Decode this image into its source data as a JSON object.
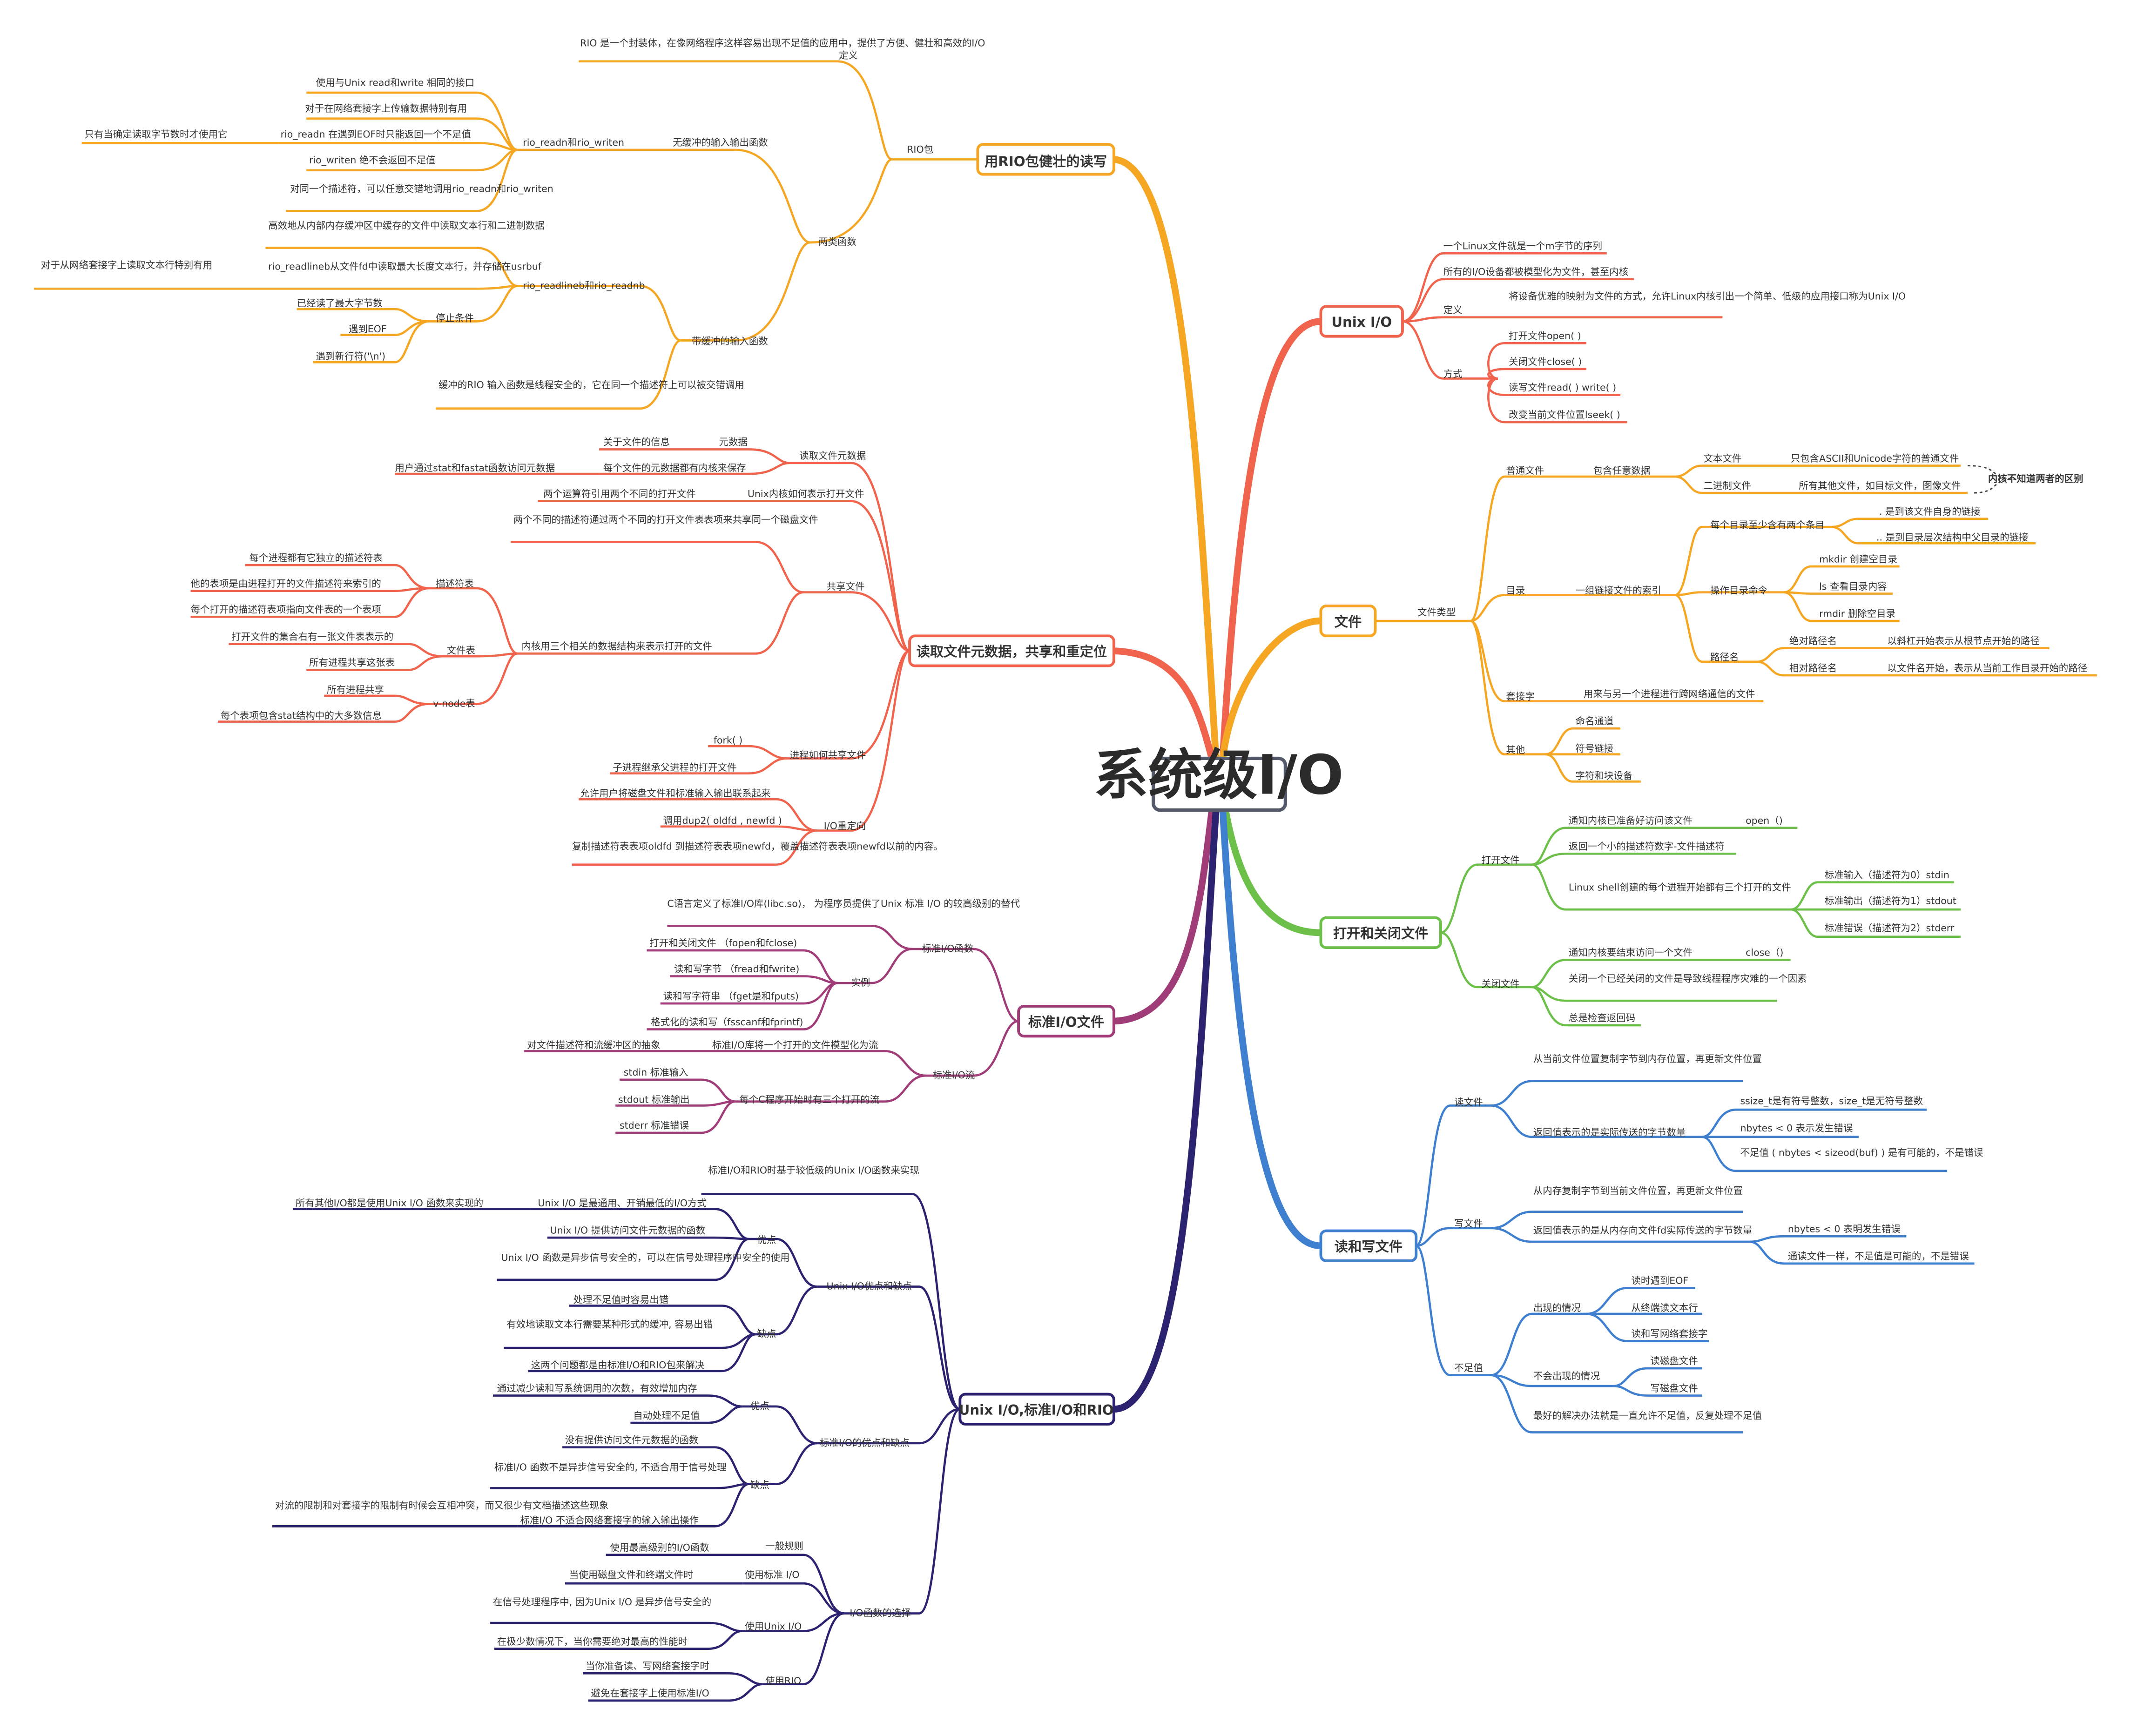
{
  "root": "系统级I/O",
  "colors": {
    "rio": "#F5A623",
    "meta": "#F0644E",
    "stdio": "#A03C78",
    "unix_std_rio": "#2B2370",
    "unixio": "#F0644E",
    "file": "#F5A623",
    "open": "#6CC04A",
    "rw": "#3F7FD0"
  },
  "branches": {
    "rio": {
      "title": "用RIO包健壮的读写",
      "pkg": "RIO包",
      "def": "定义",
      "def_text": "RIO 是一个封装体，在像网络程序这样容易出现不足值的应用中，提供了方便、健壮和高效的I/O",
      "two_funcs": "两类函数",
      "unbuf": "无缓冲的输入输出函数",
      "rw_funcs": "rio_readn和rio_writen",
      "rw_items": [
        "使用与Unix read和write 相同的接口",
        "对于在网络套接字上传输数据特别有用",
        "rio_readn 在遇到EOF时只能返回一个不足值",
        "rio_writen 绝不会返回不足值",
        "对同一个描述符，可以任意交错地调用rio_readn和rio_writen"
      ],
      "readn_note": "只有当确定读取字节数时才使用它",
      "buf": "带缓冲的输入函数",
      "rl_funcs": "rio_readlineb和rio_readnb",
      "rl_items": [
        "高效地从内部内存缓冲区中缓存的文件中读取文本行和二进制数据",
        "rio_readlineb从文件fd中读取最大长度文本行，并存储在usrbuf"
      ],
      "rl_note": "对于从网络套接字上读取文本行特别有用",
      "stop": "停止条件",
      "stop_items": [
        "已经读了最大字节数",
        "遇到EOF",
        "遇到新行符('\\n')"
      ],
      "thread_safe": "缓冲的RIO 输入函数是线程安全的，它在同一个描述符上可以被交错调用"
    },
    "meta": {
      "title": "读取文件元数据，共享和重定位",
      "read_meta": "读取文件元数据",
      "metadata": "元数据",
      "about": "关于文件的信息",
      "each_meta": "每个文件的元数据都有内核来保存",
      "stat": "用户通过stat和fastat函数访问元数据",
      "kernel_open": "Unix内核如何表示打开文件",
      "two_fd": "两个运算符引用两个不同的打开文件",
      "share": "共享文件",
      "share_text": "两个不同的描述符通过两个不同的打开文件表表项来共享同一个磁盘文件",
      "three_tables": "内核用三个相关的数据结构来表示打开的文件",
      "fd_table": "描述符表",
      "fd_items": [
        "每个进程都有它独立的描述符表",
        "他的表项是由进程打开的文件描述符来索引的",
        "每个打开的描述符表项指向文件表的一个表项"
      ],
      "file_table": "文件表",
      "file_items": [
        "打开文件的集合右有一张文件表表示的",
        "所有进程共享这张表"
      ],
      "vnode": "v-node表",
      "vnode_items": [
        "所有进程共享",
        "每个表项包含stat结构中的大多数信息"
      ],
      "proc_share": "进程如何共享文件",
      "fork": "fork( )",
      "child": "子进程继承父进程的打开文件",
      "redirect": "I/O重定向",
      "redirect_items": [
        "允许用户将磁盘文件和标准输入输出联系起来",
        "调用dup2( oldfd , newfd )",
        "复制描述符表表项oldfd 到描述符表表项newfd，覆盖描述符表表项newfd以前的内容。"
      ]
    },
    "stdio": {
      "title": "标准I/O文件",
      "funcs": "标准I/O函数",
      "funcs_def": "C语言定义了标准I/O库(libc.so)， 为程序员提供了Unix 标准 I/O 的较高级别的替代",
      "example": "实例",
      "examples": [
        "打开和关闭文件 （fopen和fclose)",
        "读和写字节 （fread和fwrite)",
        "读和写字符串 （fget是和fputs)",
        "格式化的读和写（fsscanf和fprintf)"
      ],
      "stream": "标准I/O流",
      "stream_model": "标准I/O库将一个打开的文件模型化为流",
      "stream_abs": "对文件描述符和流缓冲区的抽象",
      "three": "每个C程序开始时有三个打开的流",
      "three_items": [
        "stdin 标准输入",
        "stdout 标准输出",
        "stderr 标准错误"
      ]
    },
    "cmp": {
      "title": "Unix I/O,标准I/O和RIO",
      "basis": "标准I/O和RIO时基于较低级的Unix I/O函数来实现",
      "unix_pc": "Unix I/O优点和缺点",
      "adv": "优点",
      "unix_adv": [
        "Unix I/O 是最通用、开销最低的I/O方式",
        "Unix I/O 提供访问文件元数据的函数",
        "Unix I/O 函数是异步信号安全的，可以在信号处理程序中安全的使用"
      ],
      "unix_adv_note": "所有其他I/O都是使用Unix I/O 函数来实现的",
      "dis": "缺点",
      "unix_dis": [
        "处理不足值时容易出错",
        "有效地读取文本行需要某种形式的缓冲, 容易出错",
        "这两个问题都是由标准I/O和RIO包来解决"
      ],
      "std_pc": "标准I/O的优点和缺点",
      "std_adv": [
        "通过减少读和写系统调用的次数，有效增加内存",
        "自动处理不足值"
      ],
      "std_dis": [
        "没有提供访问文件元数据的函数",
        "标准I/O 函数不是异步信号安全的, 不适合用于信号处理",
        "标准I/O 不适合网络套接字的输入输出操作"
      ],
      "std_dis_note": "对流的限制和对套接字的限制有时候会互相冲突，而又很少有文档描述这些现象",
      "choice": "I/O函数的选择",
      "general": "一般规则",
      "general_text": "使用最高级别的I/O函数",
      "use_std": "使用标准 I/O",
      "use_std_text": "当使用磁盘文件和终端文件时",
      "use_unix": "使用Unix I/O",
      "use_unix_items": [
        "在信号处理程序中, 因为Unix I/O 是异步信号安全的",
        "在极少数情况下，当你需要绝对最高的性能时"
      ],
      "use_rio": "使用RIO",
      "use_rio_items": [
        "当你准备读、写网络套接字时",
        "避免在套接字上使用标准I/O"
      ]
    },
    "unixio": {
      "title": "Unix I/O",
      "items": [
        "一个Linux文件就是一个m字节的序列",
        "所有的I/O设备都被模型化为文件，甚至内核"
      ],
      "def": "定义",
      "def_text": "将设备优雅的映射为文件的方式，允许Linux内核引出一个简单、低级的应用接口称为Unix I/O",
      "method": "方式",
      "methods": [
        "打开文件open( )",
        "关闭文件close( )",
        "读写文件read( ) write( )",
        "改变当前文件位置lseek( )"
      ]
    },
    "file": {
      "title": "文件",
      "types": "文件类型",
      "regular": "普通文件",
      "any": "包含任意数据",
      "text": "文本文件",
      "text_desc": "只包含ASCII和Unicode字符的普通文件",
      "binary": "二进制文件",
      "binary_desc": "所有其他文件，如目标文件，图像文件",
      "kernel_note": "内核不知道两者的区别",
      "dir": "目录",
      "dir_desc": "一组链接文件的索引",
      "entries": "每个目录至少含有两个条目",
      "entry_items": [
        ". 是到该文件自身的链接",
        ".. 是到目录层次结构中父目录的链接"
      ],
      "ops": "操作目录命令",
      "op_items": [
        "mkdir 创建空目录",
        "ls 查看目录内容",
        "rmdir 删除空目录"
      ],
      "path": "路径名",
      "abs": "绝对路径名",
      "abs_desc": "以斜杠开始表示从根节点开始的路径",
      "rel": "相对路径名",
      "rel_desc": "以文件名开始，表示从当前工作目录开始的路径",
      "socket": "套接字",
      "socket_desc": "用来与另一个进程进行跨网络通信的文件",
      "other": "其他",
      "other_items": [
        "命名通道",
        "符号链接",
        "字符和块设备"
      ]
    },
    "open": {
      "title": "打开和关闭文件",
      "open": "打开文件",
      "open_fn": "open（)",
      "open_items": [
        "通知内核已准备好访问该文件",
        "返回一个小的描述符数字-文件描述符",
        "Linux shell创建的每个进程开始都有三个打开的文件"
      ],
      "std": [
        "标准输入（描述符为0）stdin",
        "标准输出（描述符为1）stdout",
        "标准错误（描述符为2）stderr"
      ],
      "close": "关闭文件",
      "close_fn": "close（)",
      "close_items": [
        "通知内核要结束访问一个文件",
        "关闭一个已经关闭的文件是导致线程程序灾难的一个因素",
        "总是检查返回码"
      ]
    },
    "rw": {
      "title": "读和写文件",
      "read": "读文件",
      "read_desc": "从当前文件位置复制字节到内存位置，再更新文件位置",
      "read_ret": "返回值表示的是实际传送的字节数量",
      "read_ret_items": [
        "ssize_t是有符号整数，size_t是无符号整数",
        "nbytes < 0 表示发生错误",
        "不足值 ( nbytes < sizeod(buf) ) 是有可能的，不是错误"
      ],
      "write": "写文件",
      "write_desc": "从内存复制字节到当前文件位置，再更新文件位置",
      "write_ret": "返回值表示的是从内存向文件fd实际传送的字节数量",
      "write_ret_items": [
        "nbytes < 0 表明发生错误",
        "通读文件一样，不足值是可能的，不是错误"
      ],
      "short": "不足值",
      "occur": "出现的情况",
      "occur_items": [
        "读时遇到EOF",
        "从终端读文本行",
        "读和写网络套接字"
      ],
      "no_occur": "不会出现的情况",
      "no_occur_items": [
        "读磁盘文件",
        "写磁盘文件"
      ],
      "best": "最好的解决办法就是一直允许不足值，反复处理不足值"
    }
  }
}
